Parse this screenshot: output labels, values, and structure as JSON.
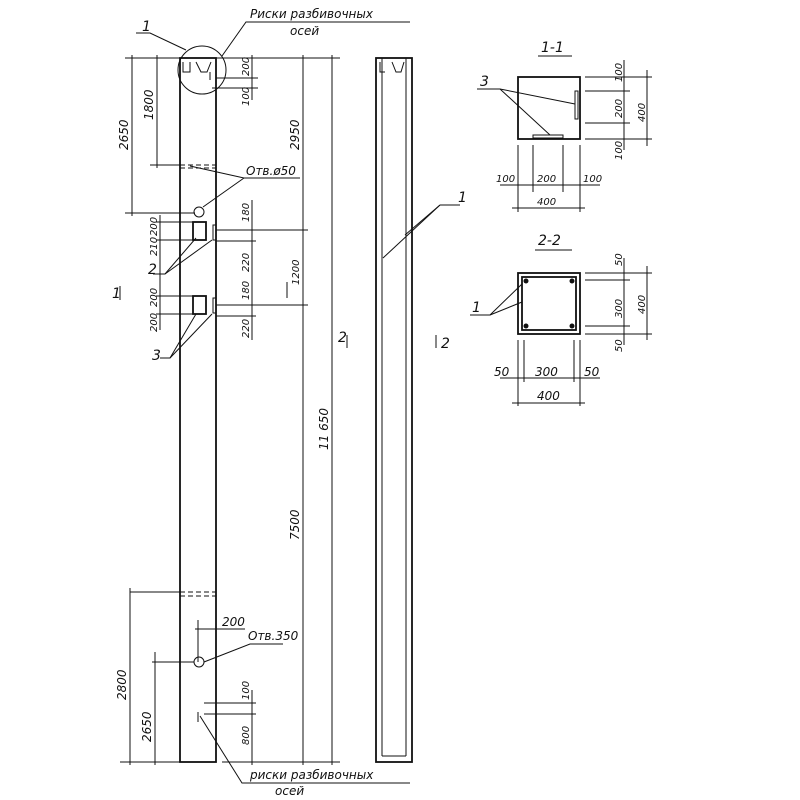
{
  "title": "Column reinforcement drawing",
  "labels": {
    "marker_1": "1",
    "marker_2": "2",
    "marker_3": "3",
    "risks_top": "Риски разбивочных",
    "risks_top_2": "осей",
    "risks_bottom": "риски разбивочных",
    "risks_bottom_2": "осей",
    "hole_top": "Отв.ø50",
    "hole_bottom": "Отв.350",
    "section_1_left": "1",
    "section_2_left": "2",
    "section_2_right": "2",
    "side_marker": "1"
  },
  "front_dims": {
    "d2650_top": "2650",
    "d1800": "1800",
    "d2950": "2950",
    "d200_top": "200",
    "d100_top": "100",
    "d180_a": "180",
    "d220_a": "220",
    "d180_b": "180",
    "d220_b": "220",
    "d1200": "1200",
    "d11650": "11 650",
    "d7500": "7500",
    "l200_a": "200",
    "l210": "210",
    "l200_b": "200",
    "l200_c": "200",
    "d2800": "2800",
    "d2650_bottom": "2650",
    "d200_bottom": "200",
    "d100_bottom": "100",
    "d800": "800"
  },
  "section_1": {
    "title": "1-1",
    "marker": "3",
    "right": [
      "100",
      "200",
      "100",
      "400"
    ],
    "bottom": [
      "100",
      "200",
      "100",
      "400"
    ]
  },
  "section_2": {
    "title": "2-2",
    "marker": "1",
    "right": [
      "50",
      "300",
      "50",
      "400"
    ],
    "bottom": [
      "50",
      "300",
      "50",
      "400"
    ]
  }
}
